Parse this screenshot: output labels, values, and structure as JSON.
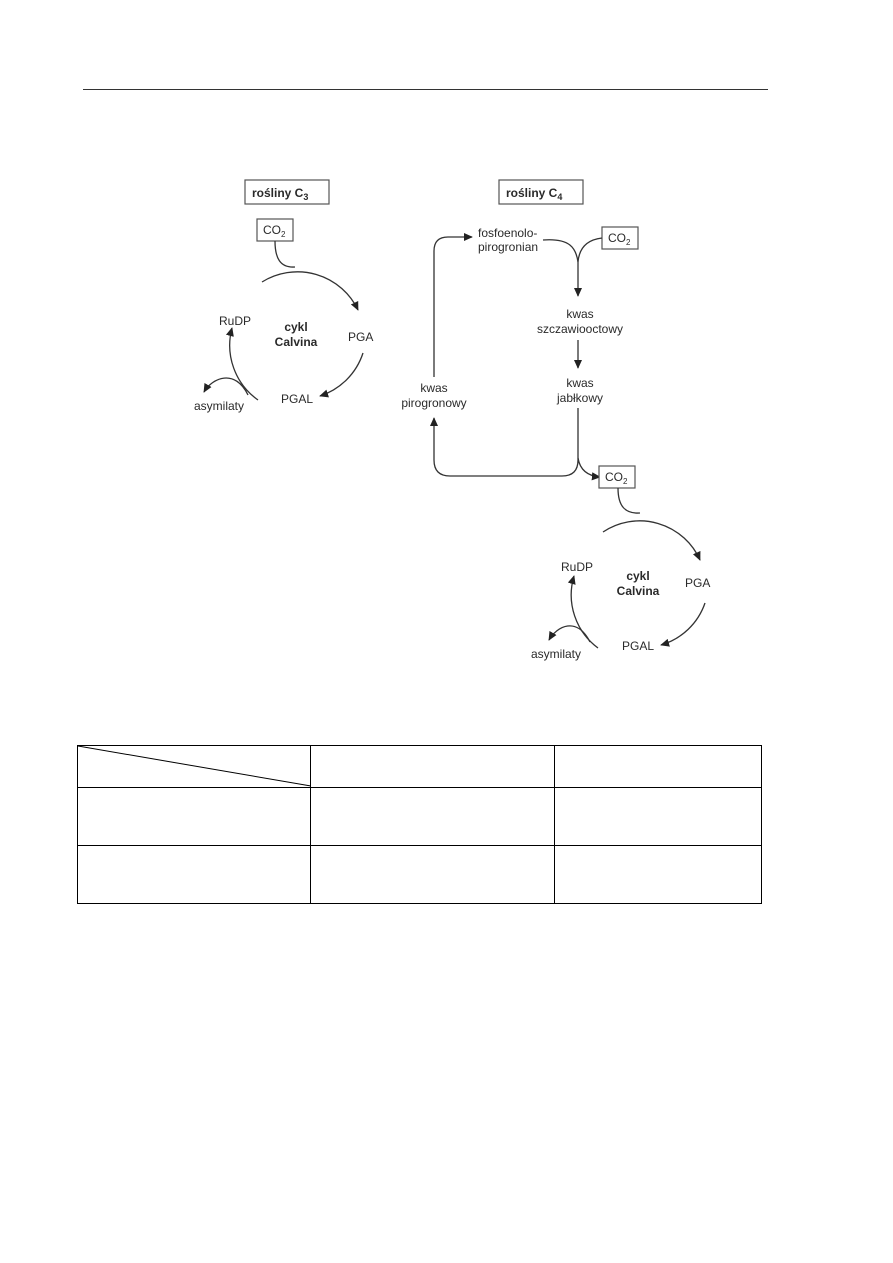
{
  "c3": {
    "title": "rośliny C",
    "title_sub": "3",
    "co2": "CO",
    "co2_sub": "2",
    "cycle_line1": "cykl",
    "cycle_line2": "Calvina",
    "rudp": "RuDP",
    "pga": "PGA",
    "pgal": "PGAL",
    "asymilaty": "asymilaty"
  },
  "c4": {
    "title": "rośliny C",
    "title_sub": "4",
    "pep_line1": "fosfoenolo-",
    "pep_line2": "pirogronian",
    "co2": "CO",
    "co2_sub": "2",
    "oxaloacetate_line1": "kwas",
    "oxaloacetate_line2": "szczawiooctowy",
    "malate_line1": "kwas",
    "malate_line2": "jabłkowy",
    "pyruvate_line1": "kwas",
    "pyruvate_line2": "pirogronowy",
    "co2b": "CO",
    "co2b_sub": "2",
    "cycle_line1": "cykl",
    "cycle_line2": "Calvina",
    "rudp": "RuDP",
    "pga": "PGA",
    "pgal": "PGAL",
    "asymilaty": "asymilaty"
  },
  "table": {
    "rows": [
      [
        "",
        "",
        ""
      ],
      [
        "",
        "",
        ""
      ],
      [
        "",
        "",
        ""
      ]
    ]
  }
}
